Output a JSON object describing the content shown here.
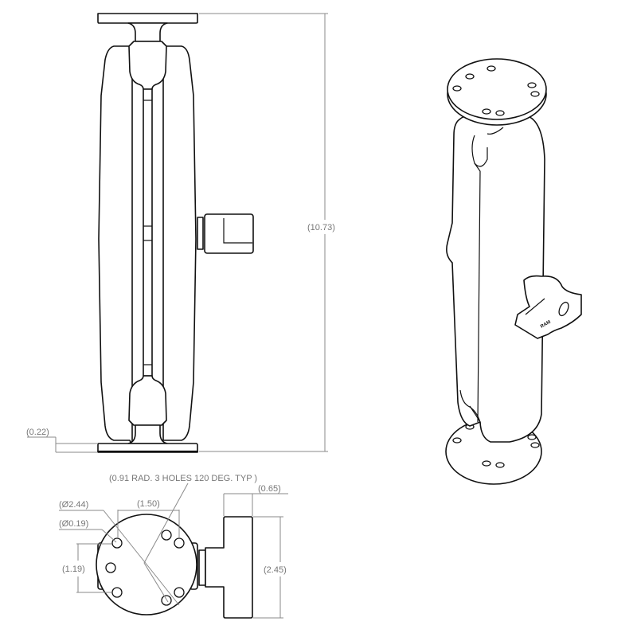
{
  "drawing": {
    "title": "Double socket arm mount with round bases - technical drawing",
    "views": [
      "front-view",
      "isometric-view",
      "bottom-view"
    ],
    "colors": {
      "line": "#111111",
      "dimension": "#8a8a8a",
      "dimension_text": "#777777",
      "background": "#ffffff"
    }
  },
  "dimensions": {
    "overall_length": "(10.73)",
    "base_thickness": "(0.22)",
    "hole_pattern_note": "(0.91 RAD. 3 HOLES 120 DEG. TYP )",
    "knob_depth": "(0.65)",
    "base_diameter": "(Ø2.44)",
    "hole_width": "(1.50)",
    "hole_diameter": "(Ø0.19)",
    "hole_spacing_vertical": "(1.19)",
    "knob_height": "(2.45)"
  },
  "branding": {
    "logo_text": "RAM"
  }
}
